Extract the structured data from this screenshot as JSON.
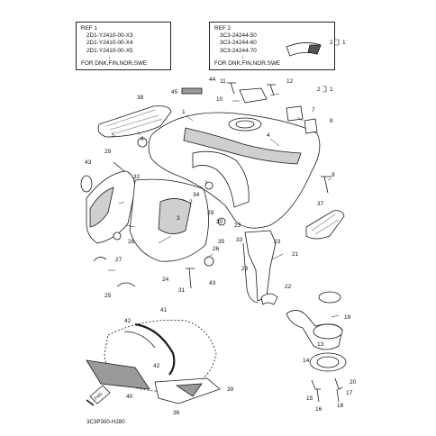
{
  "ref_boxes": [
    {
      "title": "REF 1",
      "lines": [
        "2D1-Y2410-00-X3",
        "2D1-Y2410-00-X4",
        "2D1-Y2410-00-X5"
      ],
      "arrow": "↓",
      "note": "FOR DNK,FIN,NOR,SWE"
    },
    {
      "title": "REF 2",
      "lines": [
        "3C3-24244-50",
        "3C3-24244-60",
        "3C3-24244-70"
      ],
      "arrow": "↓",
      "note": "FOR DNK,FIN,NOR,SWE"
    }
  ],
  "bracket_label_1": "2",
  "bracket_label_2": "2",
  "bracket_suffix_1": "1",
  "bracket_suffix_2": "1",
  "callouts": [
    "1",
    "2",
    "3",
    "4",
    "5",
    "6",
    "7",
    "8",
    "9",
    "10",
    "11",
    "12",
    "13",
    "14",
    "15",
    "16",
    "17",
    "18",
    "19",
    "20",
    "21",
    "22",
    "23",
    "23",
    "23",
    "24",
    "25",
    "26",
    "27",
    "28",
    "29",
    "29",
    "30",
    "31",
    "32",
    "33",
    "34",
    "35",
    "36",
    "37",
    "38",
    "39",
    "40",
    "41",
    "42",
    "42",
    "43",
    "43",
    "44",
    "45"
  ],
  "fwd_label": "FWD",
  "diagram_code": "3C3P300-H280",
  "colors": {
    "line": "#1a1a1a",
    "shade": "#9a9a9a",
    "dark_shade": "#555555"
  }
}
